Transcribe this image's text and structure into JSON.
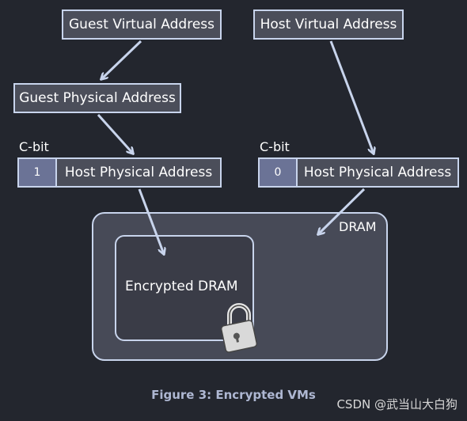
{
  "nodes": {
    "guest_virtual": "Guest Virtual Address",
    "host_virtual": "Host Virtual Address",
    "guest_physical": "Guest Physical Address",
    "left_cbit_label": "C-bit",
    "left_cbit_value": "1",
    "left_host_physical": "Host Physical Address",
    "right_cbit_label": "C-bit",
    "right_cbit_value": "0",
    "right_host_physical": "Host Physical Address",
    "dram": "DRAM",
    "encrypted_dram": "Encrypted DRAM"
  },
  "caption": "Figure 3: Encrypted VMs",
  "watermark": "CSDN @武当山大白狗",
  "icons": {
    "lock": "lock-icon"
  },
  "colors": {
    "background": "#23262e",
    "box_fill": "#4b4e5a",
    "border": "#c8d4ec",
    "cbit_fill": "#6b7396",
    "caption": "#aeb7d2"
  }
}
